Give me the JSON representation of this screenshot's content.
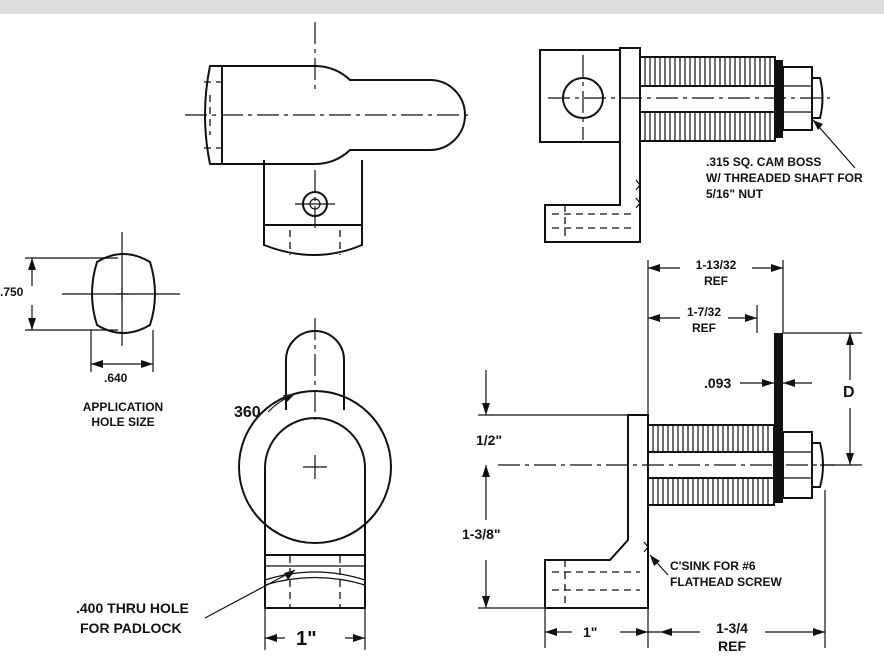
{
  "labels": {
    "cam_boss": ".315 SQ. CAM BOSS",
    "threaded_shaft": "W/ THREADED SHAFT FOR",
    "nut": "5/16\" NUT",
    "dim_750": ".750",
    "dim_640": ".640",
    "application": "APPLICATION",
    "hole_size": "HOLE SIZE",
    "angle_360": "360",
    "thru_hole": ".400 THRU HOLE",
    "for_padlock": "FOR PADLOCK",
    "dim_1in_bottom": "1\"",
    "dim_1_13_32": "1-13/32",
    "ref_1": "REF",
    "dim_1_7_32": "1-7/32",
    "ref_2": "REF",
    "dim_093": ".093",
    "dim_D": "D",
    "dim_half": "1/2\"",
    "dim_1_3_8": "1-3/8\"",
    "csink": "C'SINK FOR #6",
    "flathead": "FLATHEAD SCREW",
    "dim_1in_side": "1\"",
    "dim_1_3_4": "1-3/4",
    "ref_3": "REF"
  }
}
